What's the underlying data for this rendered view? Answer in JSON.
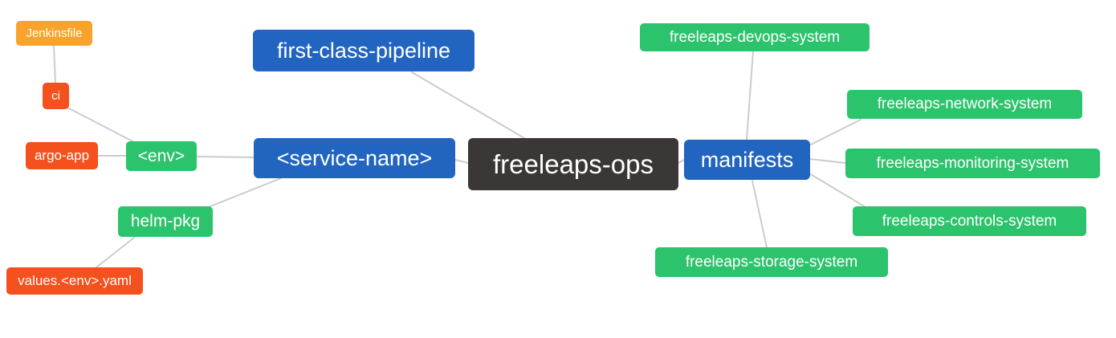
{
  "diagram": {
    "type": "mindmap",
    "root": "freeleaps-ops",
    "background": "#FFFFFF",
    "edge_color": "#CCCCCC",
    "text_color": "#FFFFFF",
    "palette": {
      "blue": "#2165C0",
      "green": "#2BC36B",
      "red": "#F4511E",
      "orange": "#F9A32C",
      "dark": "#3B3737"
    },
    "nodes": {
      "freeleaps_ops": {
        "label": "freeleaps-ops",
        "color": "dark"
      },
      "first_class_pipeline": {
        "label": "first-class-pipeline",
        "color": "blue"
      },
      "service_name": {
        "label": "<service-name>",
        "color": "blue"
      },
      "manifests": {
        "label": "manifests",
        "color": "blue"
      },
      "env": {
        "label": "<env>",
        "color": "green"
      },
      "helm_pkg": {
        "label": "helm-pkg",
        "color": "green"
      },
      "jenkinsfile": {
        "label": "Jenkinsfile",
        "color": "orange"
      },
      "ci": {
        "label": "ci",
        "color": "red"
      },
      "argo_app": {
        "label": "argo-app",
        "color": "red"
      },
      "values_env_yaml": {
        "label": "values.<env>.yaml",
        "color": "red"
      },
      "devops_system": {
        "label": "freeleaps-devops-system",
        "color": "green"
      },
      "network_system": {
        "label": "freeleaps-network-system",
        "color": "green"
      },
      "monitoring_system": {
        "label": "freeleaps-monitoring-system",
        "color": "green"
      },
      "controls_system": {
        "label": "freeleaps-controls-system",
        "color": "green"
      },
      "storage_system": {
        "label": "freeleaps-storage-system",
        "color": "green"
      }
    },
    "edges": [
      [
        "jenkinsfile",
        "ci"
      ],
      [
        "ci",
        "env"
      ],
      [
        "argo_app",
        "env"
      ],
      [
        "env",
        "service_name"
      ],
      [
        "helm_pkg",
        "service_name"
      ],
      [
        "values_env_yaml",
        "helm_pkg"
      ],
      [
        "first_class_pipeline",
        "freeleaps_ops"
      ],
      [
        "service_name",
        "freeleaps_ops"
      ],
      [
        "freeleaps_ops",
        "manifests"
      ],
      [
        "manifests",
        "devops_system"
      ],
      [
        "manifests",
        "network_system"
      ],
      [
        "manifests",
        "monitoring_system"
      ],
      [
        "manifests",
        "controls_system"
      ],
      [
        "manifests",
        "storage_system"
      ]
    ]
  }
}
